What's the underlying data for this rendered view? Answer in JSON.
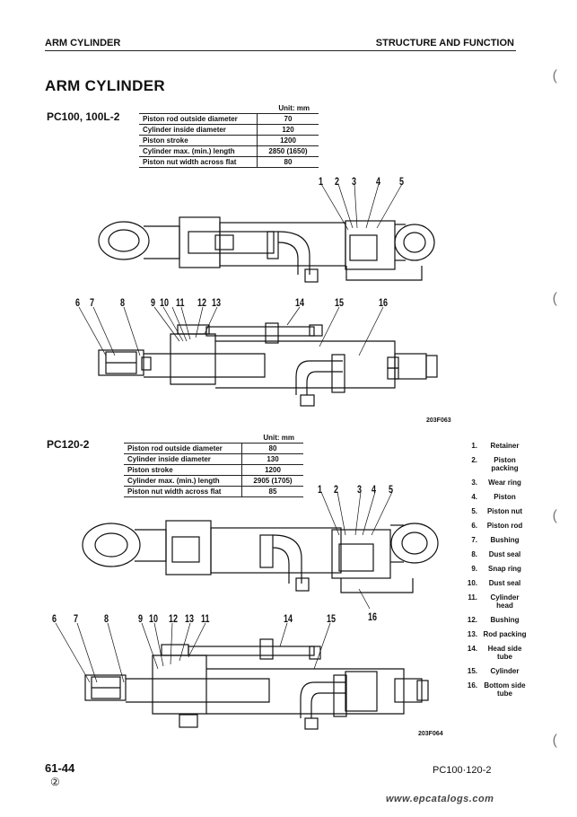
{
  "header": {
    "left": "ARM CYLINDER",
    "right": "STRUCTURE AND FUNCTION"
  },
  "title": "ARM CYLINDER",
  "section1": {
    "model": "PC100, 100L-2",
    "unit": "Unit: mm",
    "rows": [
      {
        "label": "Piston rod outside diameter",
        "value": "70"
      },
      {
        "label": "Cylinder inside diameter",
        "value": "120"
      },
      {
        "label": "Piston stroke",
        "value": "1200"
      },
      {
        "label": "Cylinder max. (min.) length",
        "value": "2850 (1650)"
      },
      {
        "label": "Piston nut width across flat",
        "value": "80"
      }
    ],
    "fig_code": "203F063",
    "callouts_top": [
      "1",
      "2",
      "3",
      "4",
      "5"
    ],
    "callouts_bottom": [
      "6",
      "7",
      "8",
      "9",
      "10",
      "11",
      "12",
      "13",
      "14",
      "15",
      "16"
    ]
  },
  "section2": {
    "model": "PC120-2",
    "unit": "Unit: mm",
    "rows": [
      {
        "label": "Piston rod outside diameter",
        "value": "80"
      },
      {
        "label": "Cylinder inside diameter",
        "value": "130"
      },
      {
        "label": "Piston stroke",
        "value": "1200"
      },
      {
        "label": "Cylinder max. (min.) length",
        "value": "2905 (1705)"
      },
      {
        "label": "Piston nut width across flat",
        "value": "85"
      }
    ],
    "fig_code": "203F064",
    "callouts_top": [
      "1",
      "2",
      "3",
      "4",
      "5"
    ],
    "callout_16": "16",
    "callouts_bottom": [
      "6",
      "7",
      "8",
      "9",
      "10",
      "12",
      "13",
      "11",
      "14",
      "15"
    ]
  },
  "legend": [
    {
      "n": "1.",
      "t": "Retainer"
    },
    {
      "n": "2.",
      "t": "Piston packing"
    },
    {
      "n": "3.",
      "t": "Wear ring"
    },
    {
      "n": "4.",
      "t": "Piston"
    },
    {
      "n": "5.",
      "t": "Piston nut"
    },
    {
      "n": "6.",
      "t": "Piston rod"
    },
    {
      "n": "7.",
      "t": "Bushing"
    },
    {
      "n": "8.",
      "t": "Dust seal"
    },
    {
      "n": "9.",
      "t": "Snap ring"
    },
    {
      "n": "10.",
      "t": "Dust seal"
    },
    {
      "n": "11.",
      "t": "Cylinder head"
    },
    {
      "n": "12.",
      "t": "Bushing"
    },
    {
      "n": "13.",
      "t": "Rod packing"
    },
    {
      "n": "14.",
      "t": "Head side tube"
    },
    {
      "n": "15.",
      "t": "Cylinder"
    },
    {
      "n": "16.",
      "t": "Bottom side tube"
    }
  ],
  "footer": {
    "page": "61-44",
    "revision": "②",
    "model": "PC100·120-2",
    "url": "www.epcatalogs.com"
  }
}
